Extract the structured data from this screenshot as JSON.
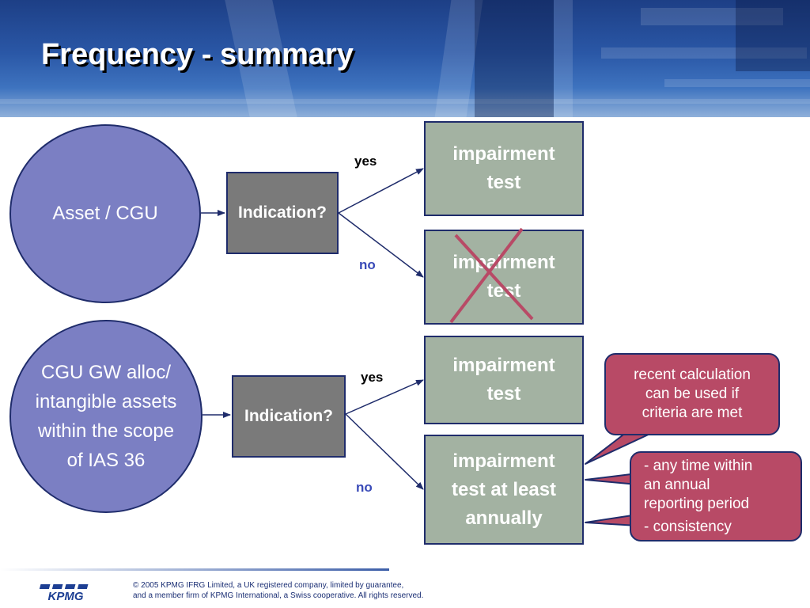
{
  "title": "Frequency - summary",
  "row1": {
    "circle_label": "Asset / CGU",
    "decision_label": "Indication?",
    "yes_label": "yes",
    "no_label": "no",
    "yes_box": [
      "impairment",
      "test"
    ],
    "no_box": [
      "impairment",
      "test"
    ]
  },
  "row2": {
    "circle_label": [
      "CGU GW alloc/",
      "intangible assets",
      "within the scope",
      "of IAS 36"
    ],
    "decision_label": "Indication?",
    "yes_label": "yes",
    "no_label": "no",
    "yes_box": [
      "impairment",
      "test"
    ],
    "no_box": [
      "impairment",
      "test at least",
      "annually"
    ]
  },
  "callouts": {
    "recent": [
      "recent calculation",
      "can be used if",
      "criteria are met"
    ],
    "anytime": [
      "- any time within",
      "an annual",
      "reporting period",
      "- consistency"
    ]
  },
  "footer": {
    "logo_text": "KPMG",
    "line1": "© 2005 KPMG IFRG Limited, a UK registered company, limited by guarantee,",
    "line2": "and a member firm of KPMG International, a Swiss cooperative. All rights reserved."
  },
  "colors": {
    "circle_fill": "#7b7fc3",
    "decision_fill": "#7a7a7a",
    "result_fill": "#a3b2a2",
    "callout_fill": "#b84a66",
    "cross_mark": "#b84a66",
    "no_label": "#3a4bb8"
  }
}
